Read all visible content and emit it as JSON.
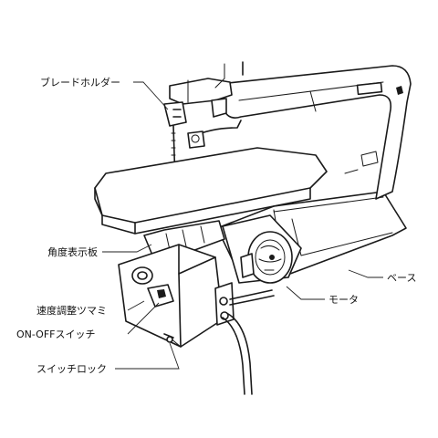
{
  "labels": {
    "blade_holder": "ブレードホルダー",
    "angle_scale": "角度表示板",
    "speed_knob": "速度調整ツマミ",
    "on_off_switch": "ON-OFFスイッチ",
    "switch_lock": "スイッチロック",
    "base": "ベース",
    "motor": "モータ"
  },
  "colors": {
    "ink": "#1a1a1a",
    "background": "#ffffff"
  }
}
